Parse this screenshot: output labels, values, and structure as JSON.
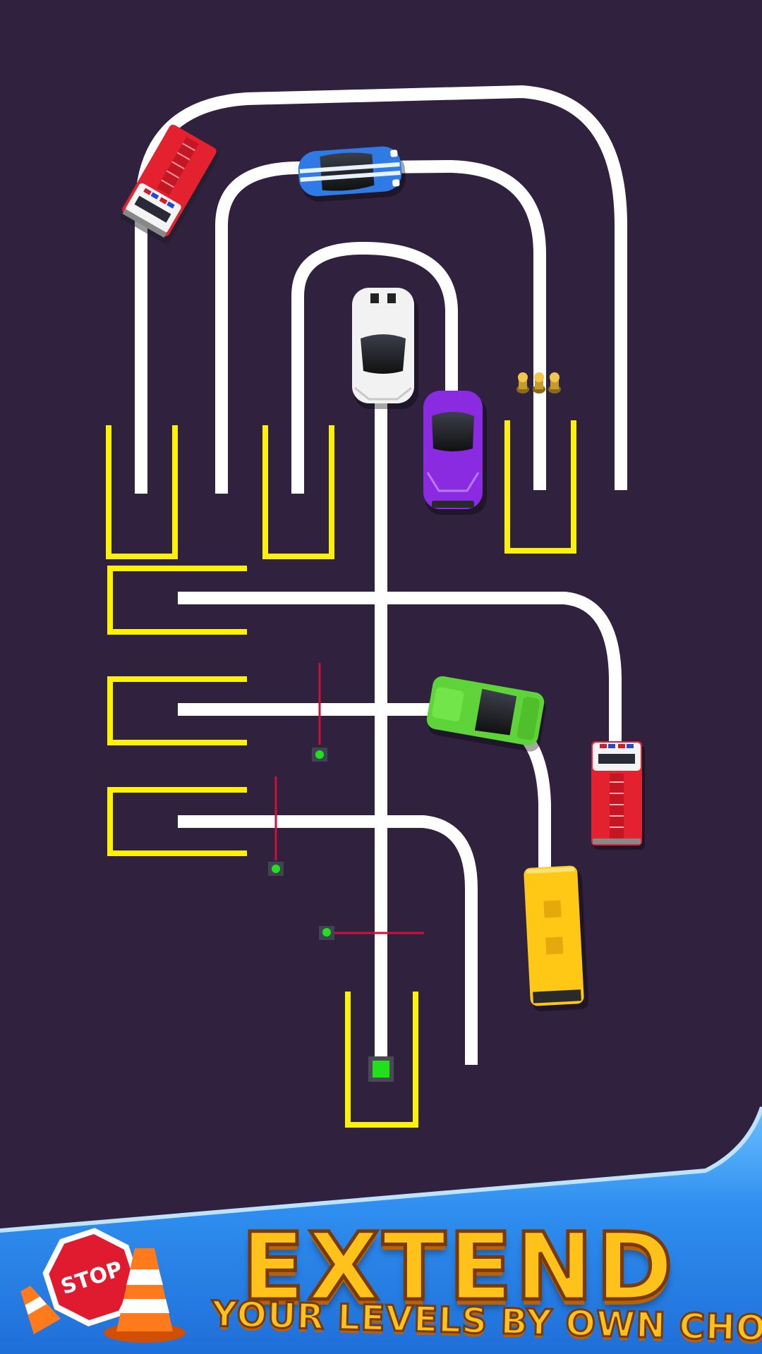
{
  "colors": {
    "background": "#30223f",
    "road": "#ffffff",
    "parking_outline": "#fff200",
    "barrier": "#d10f3a",
    "signal_green": "#22e01b",
    "banner_blue": "#2f8ff0"
  },
  "banner": {
    "headline": "EXTEND",
    "subline": "YOUR LEVELS BY OWN CHOICE",
    "sign_text": "STOP"
  },
  "vehicles": [
    {
      "name": "fire-truck-top-left",
      "color": "#e3212f"
    },
    {
      "name": "blue-sports-car",
      "color": "#2f7ae5"
    },
    {
      "name": "white-sports-car",
      "color": "#f2f2f2"
    },
    {
      "name": "purple-sports-car",
      "color": "#8a2be2"
    },
    {
      "name": "green-muscle-car",
      "color": "#5fd43a"
    },
    {
      "name": "fire-truck-right",
      "color": "#e3212f"
    },
    {
      "name": "yellow-bus",
      "color": "#ffc814"
    }
  ]
}
